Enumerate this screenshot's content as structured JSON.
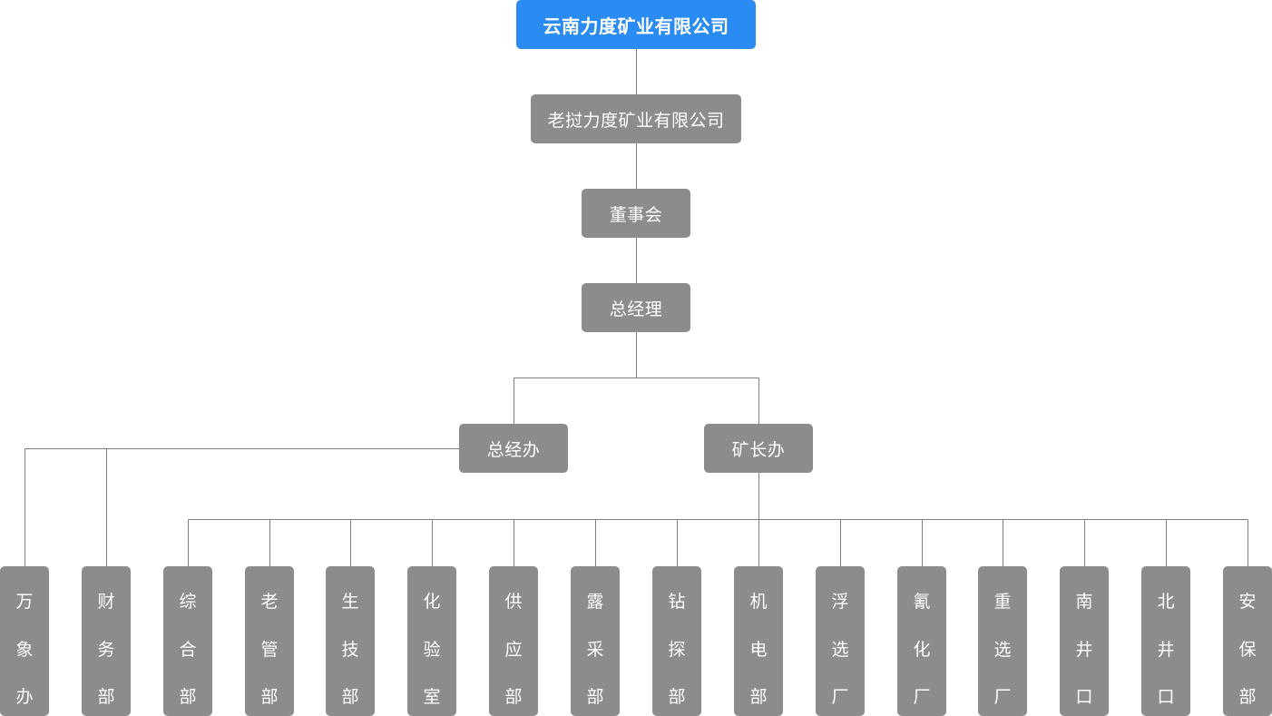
{
  "root": {
    "label": "云南力度矿业有限公司",
    "color": "#2a8bf2"
  },
  "level1": {
    "label": "老挝力度矿业有限公司"
  },
  "board": {
    "label": "董事会"
  },
  "gm": {
    "label": "总经理"
  },
  "gm_office": {
    "label": "总经办"
  },
  "mine_office": {
    "label": "矿长办"
  },
  "gm_office_depts": [
    {
      "chars": [
        "万",
        "象",
        "办"
      ]
    },
    {
      "chars": [
        "财",
        "务",
        "部"
      ]
    }
  ],
  "mine_office_depts": [
    {
      "chars": [
        "综",
        "合",
        "部"
      ]
    },
    {
      "chars": [
        "老",
        "管",
        "部"
      ]
    },
    {
      "chars": [
        "生",
        "技",
        "部"
      ]
    },
    {
      "chars": [
        "化",
        "验",
        "室"
      ]
    },
    {
      "chars": [
        "供",
        "应",
        "部"
      ]
    },
    {
      "chars": [
        "露",
        "采",
        "部"
      ]
    },
    {
      "chars": [
        "钻",
        "探",
        "部"
      ]
    },
    {
      "chars": [
        "机",
        "电",
        "部"
      ]
    },
    {
      "chars": [
        "浮",
        "选",
        "厂"
      ]
    },
    {
      "chars": [
        "氰",
        "化",
        "厂"
      ]
    },
    {
      "chars": [
        "重",
        "选",
        "厂"
      ]
    },
    {
      "chars": [
        "南",
        "井",
        "口"
      ]
    },
    {
      "chars": [
        "北",
        "井",
        "口"
      ]
    },
    {
      "chars": [
        "安",
        "保",
        "部"
      ]
    }
  ],
  "colors": {
    "node": "#8c8c8c",
    "line": "#7f7f7f",
    "text": "#ffffff"
  }
}
